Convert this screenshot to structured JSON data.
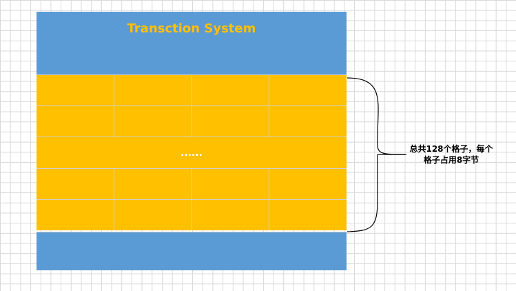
{
  "diagram": {
    "header_title": "Transction System",
    "ellipsis": "......",
    "annotation_text": "总共128个格子，每个格子占用8字节",
    "grid": {
      "rows_before_ellipsis": 2,
      "rows_after_ellipsis": 2,
      "columns": 4
    },
    "colors": {
      "header": "#5b9bd5",
      "grid_cell": "#ffc000",
      "title_text": "#ffc000",
      "footer": "#5b9bd5"
    }
  }
}
